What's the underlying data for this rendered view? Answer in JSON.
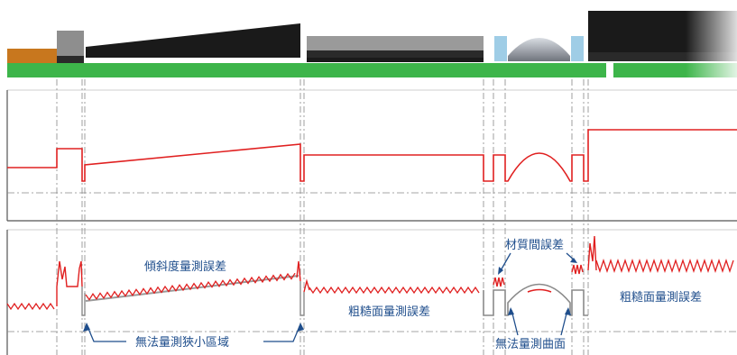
{
  "annotations": {
    "slope_error": "傾斜度量測誤差",
    "rough_surface_error_mid": "粗糙面量測誤差",
    "rough_surface_error_right": "粗糙面量測誤差",
    "material_error": "材質間誤差",
    "narrow_area": "無法量測狹小區域",
    "curved_surface": "無法量測曲面"
  },
  "colors": {
    "background": "#ffffff",
    "ground_strip": "#3db54a",
    "signal_red": "#e02020",
    "trend_gray": "#9a9a9a",
    "annotation_blue": "#1f4e8c",
    "block_dark": "#1a1a1a",
    "block_gray": "#9a9a9a",
    "block_orange": "#c8771e",
    "block_lightblue": "#9fcde6",
    "guide_line": "#888888"
  }
}
